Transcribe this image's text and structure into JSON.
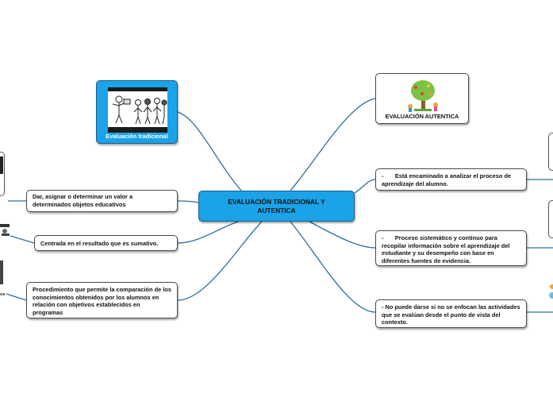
{
  "central": {
    "title": "EVALUACIÓN TRADICIONAL Y AUTENTICA"
  },
  "traditional": {
    "title": "Evaluación tradicional"
  },
  "authentic": {
    "title": "EVALUACIÓN AUTENTICA"
  },
  "left_nodes": {
    "dar": "Dar, asignar o determinar un valor a determinados objetos educativos",
    "centrada": "Centrada en el resultado que es sumativo.",
    "procedimiento": "Procedimiento que permite la comparación de los conocimientos obtenidos por los alumnos en relación con objetivos establecidos en programas"
  },
  "right_nodes": {
    "esta": "-       Está encaminado a analizar el proceso de aprendizaje del alumno.",
    "sistematico": "-       Proceso sistemático y continuo para recopilar información sobre el aprendizaje del estudiante y su desempeño con base en diferentes fuentes de evidencia.",
    "nopuede": "- No puede darse si no se enfocan las actividades que se evalúan desde el punto de vista del contexto."
  },
  "offscreen_fragment": "os",
  "colors": {
    "central": "#1aa3e8",
    "traditional": "#1aa3e8",
    "line": "#2f6e9e",
    "border": "#4a4a4a"
  }
}
